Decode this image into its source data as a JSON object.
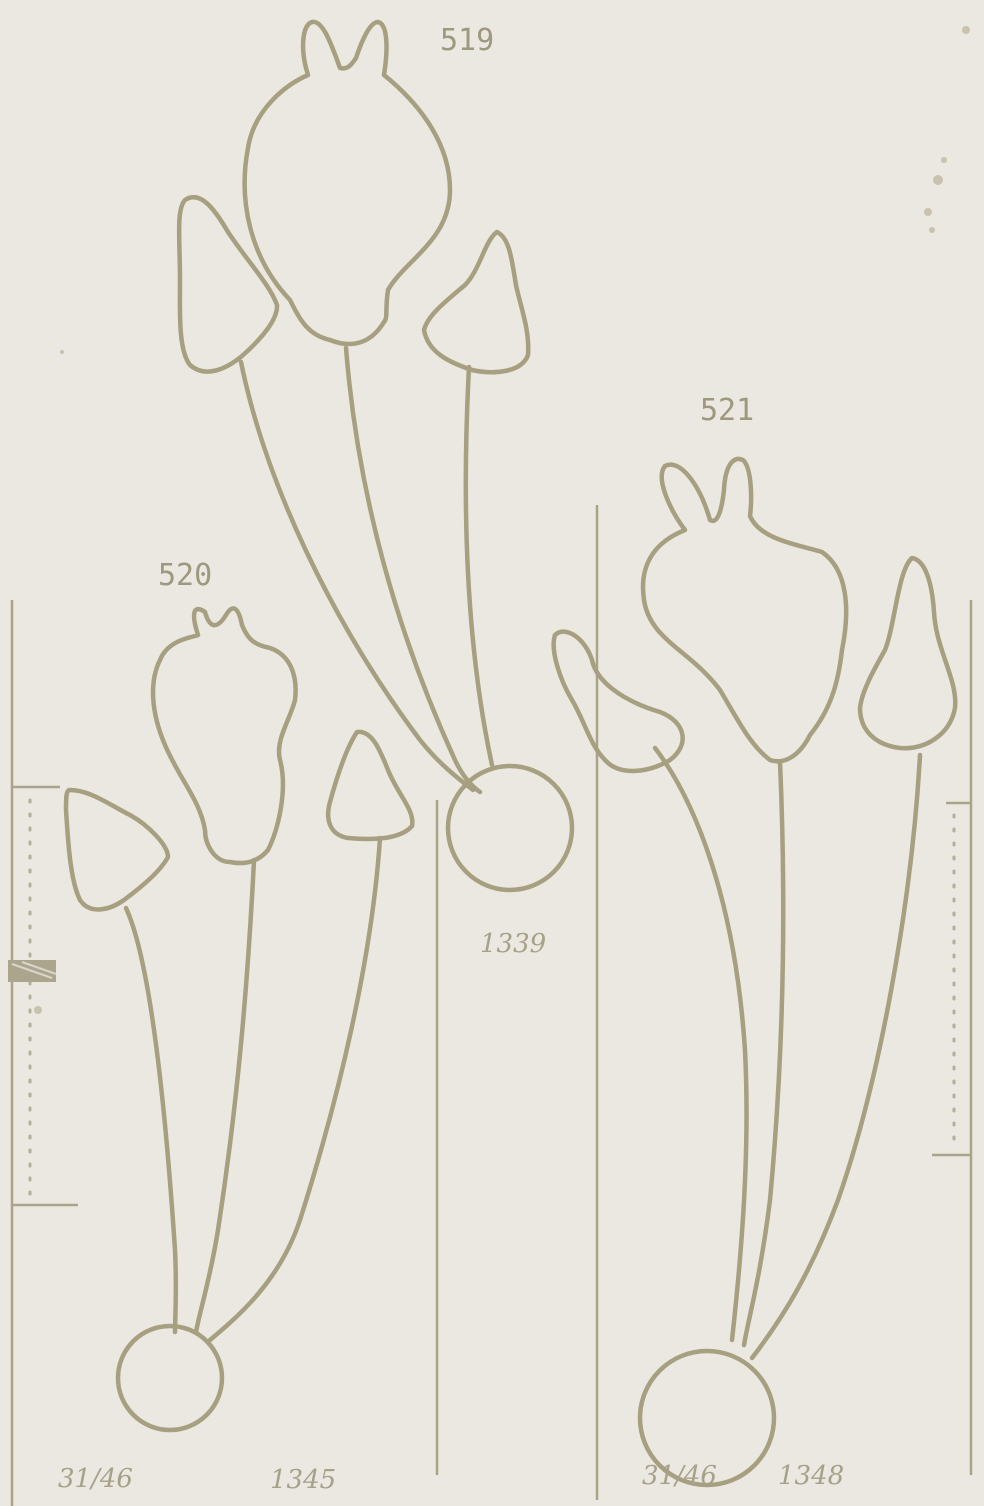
{
  "figures": [
    {
      "id": "519",
      "label": "519",
      "catalog": "1339",
      "date": ""
    },
    {
      "id": "520",
      "label": "520",
      "catalog": "1345",
      "date": "31/46"
    },
    {
      "id": "521",
      "label": "521",
      "catalog": "1348",
      "date": "31/46"
    }
  ],
  "colors": {
    "paper": "#eae8e1",
    "ink": "#a69f80",
    "rule": "#aaa38a"
  }
}
